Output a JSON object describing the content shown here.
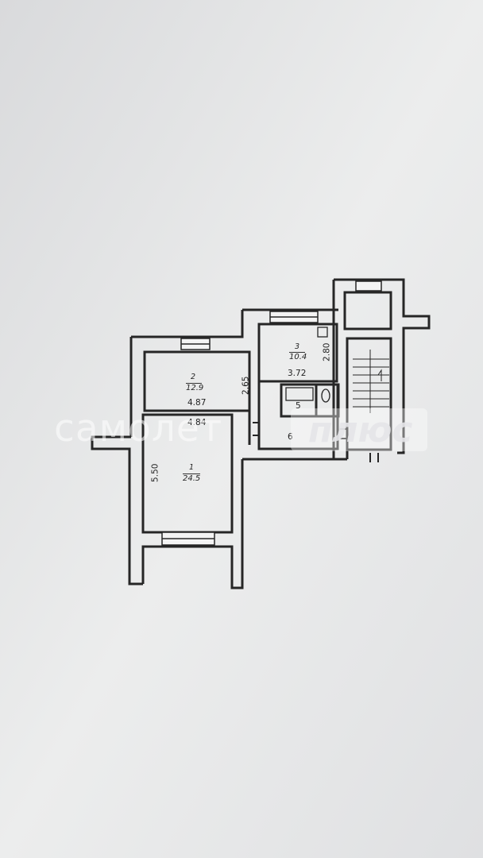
{
  "plan": {
    "rooms": [
      {
        "id": "1",
        "area": "24.5"
      },
      {
        "id": "2",
        "area": "12.9"
      },
      {
        "id": "3",
        "area": "10.4"
      },
      {
        "id": "5"
      },
      {
        "id": "6"
      }
    ],
    "dimensions": {
      "room1_height": "5.50",
      "room1_width": "4.84",
      "room2_width": "4.87",
      "room2_height": "2.65",
      "room3_width": "3.72",
      "room3_height": "2.80"
    }
  },
  "watermark": {
    "brand": "самолет",
    "suffix": "плюс"
  },
  "colors": {
    "wall": "#262626",
    "paper": "#e7e8ea",
    "watermark": "#ffffff"
  }
}
